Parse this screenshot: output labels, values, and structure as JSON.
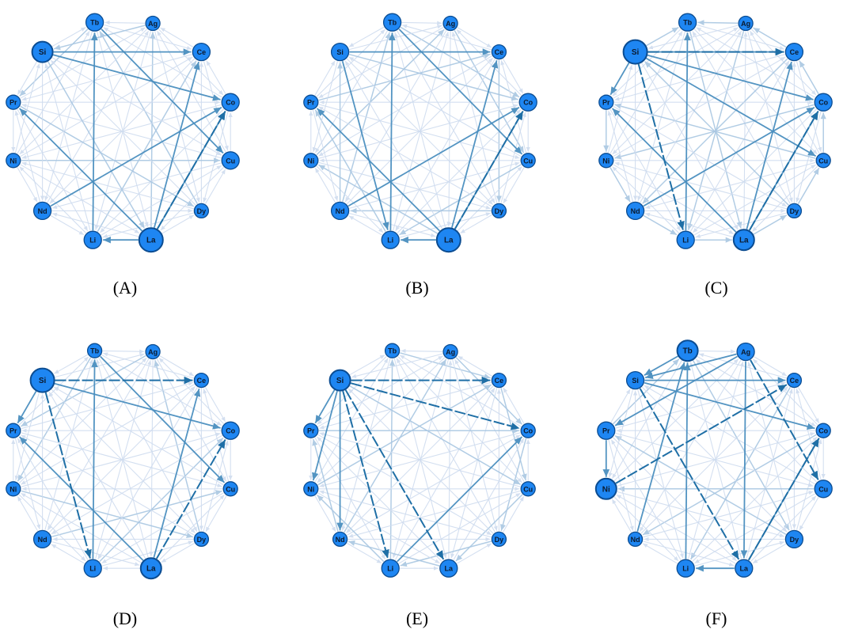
{
  "nodes": [
    "Tb",
    "Ag",
    "Ce",
    "Co",
    "Cu",
    "Dy",
    "La",
    "Li",
    "Nd",
    "Ni",
    "Pr",
    "Si"
  ],
  "colors": {
    "node_fill": "#1e86f2",
    "node_stroke": "#0b4c91",
    "edge_faint": "#cfdcef",
    "edge_mid": "#a9c7e2",
    "edge_strong": "#4a8fbf",
    "edge_dark": "#1f6fa6"
  },
  "panels": [
    {
      "label": "(A)",
      "node_emphasis": {
        "Si": 2,
        "Tb": 1,
        "Ag": 0,
        "Ce": 1,
        "Co": 1,
        "Cu": 1,
        "Dy": 0,
        "La": 3,
        "Li": 1,
        "Nd": 1,
        "Ni": 0,
        "Pr": 0
      },
      "strong_edges": [
        [
          "Si",
          "Ce"
        ],
        [
          "Si",
          "Co"
        ],
        [
          "La",
          "Co"
        ],
        [
          "La",
          "Ce"
        ],
        [
          "La",
          "Pr"
        ],
        [
          "La",
          "Li"
        ],
        [
          "Li",
          "Tb"
        ],
        [
          "Tb",
          "Cu"
        ],
        [
          "Nd",
          "Co"
        ]
      ],
      "dark_edges": [
        [
          "La",
          "Co"
        ]
      ]
    },
    {
      "label": "(B)",
      "node_emphasis": {
        "Si": 1,
        "Tb": 1,
        "Ag": 0,
        "Ce": 0,
        "Co": 1,
        "Cu": 0,
        "Dy": 0,
        "La": 3,
        "Li": 1,
        "Nd": 1,
        "Ni": 0,
        "Pr": 0
      },
      "strong_edges": [
        [
          "Si",
          "Ce"
        ],
        [
          "La",
          "Co"
        ],
        [
          "La",
          "Ce"
        ],
        [
          "La",
          "Pr"
        ],
        [
          "La",
          "Li"
        ],
        [
          "Li",
          "Tb"
        ],
        [
          "Tb",
          "Cu"
        ],
        [
          "Nd",
          "Co"
        ],
        [
          "Si",
          "Li"
        ]
      ],
      "dark_edges": [
        [
          "La",
          "Co"
        ]
      ]
    },
    {
      "label": "(C)",
      "node_emphasis": {
        "Si": 3,
        "Tb": 1,
        "Ag": 0,
        "Ce": 1,
        "Co": 1,
        "Cu": 0,
        "Dy": 0,
        "La": 2,
        "Li": 1,
        "Nd": 1,
        "Ni": 0,
        "Pr": 0
      },
      "strong_edges": [
        [
          "Si",
          "Ce"
        ],
        [
          "Si",
          "Co"
        ],
        [
          "Si",
          "Pr"
        ],
        [
          "Si",
          "Cu"
        ],
        [
          "La",
          "Co"
        ],
        [
          "La",
          "Pr"
        ],
        [
          "La",
          "Ce"
        ],
        [
          "Nd",
          "Co"
        ],
        [
          "Li",
          "Tb"
        ]
      ],
      "dark_edges": [
        [
          "Si",
          "Li"
        ],
        [
          "Si",
          "Ce"
        ],
        [
          "La",
          "Co"
        ]
      ]
    },
    {
      "label": "(D)",
      "node_emphasis": {
        "Si": 3,
        "Tb": 0,
        "Ag": 0,
        "Ce": 0,
        "Co": 1,
        "Cu": 0,
        "Dy": 0,
        "La": 2,
        "Li": 1,
        "Nd": 1,
        "Ni": 0,
        "Pr": 0
      },
      "strong_edges": [
        [
          "Si",
          "Co"
        ],
        [
          "Si",
          "Pr"
        ],
        [
          "La",
          "Pr"
        ],
        [
          "La",
          "Ce"
        ],
        [
          "Li",
          "Tb"
        ],
        [
          "Tb",
          "Cu"
        ]
      ],
      "dark_edges": [
        [
          "Si",
          "Ce"
        ],
        [
          "Si",
          "Li"
        ],
        [
          "La",
          "Co"
        ]
      ]
    },
    {
      "label": "(E)",
      "node_emphasis": {
        "Si": 2,
        "Tb": 0,
        "Ag": 0,
        "Ce": 0,
        "Co": 0,
        "Cu": 0,
        "Dy": 0,
        "La": 1,
        "Li": 1,
        "Nd": 0,
        "Ni": 0,
        "Pr": 0
      },
      "strong_edges": [
        [
          "Si",
          "Pr"
        ],
        [
          "Si",
          "Ni"
        ],
        [
          "Si",
          "Nd"
        ],
        [
          "Li",
          "Co"
        ]
      ],
      "dark_edges": [
        [
          "Si",
          "Ce"
        ],
        [
          "Si",
          "Co"
        ],
        [
          "Si",
          "Li"
        ],
        [
          "Si",
          "La"
        ]
      ]
    },
    {
      "label": "(F)",
      "node_emphasis": {
        "Si": 1,
        "Tb": 2,
        "Ag": 1,
        "Ce": 0,
        "Co": 0,
        "Cu": 1,
        "Dy": 1,
        "La": 1,
        "Li": 1,
        "Nd": 0,
        "Ni": 2,
        "Pr": 1
      },
      "strong_edges": [
        [
          "Tb",
          "Si"
        ],
        [
          "Ag",
          "Si"
        ],
        [
          "Si",
          "Ce"
        ],
        [
          "Si",
          "Co"
        ],
        [
          "Ag",
          "Pr"
        ],
        [
          "Ag",
          "La"
        ],
        [
          "Li",
          "Tb"
        ],
        [
          "Nd",
          "Tb"
        ],
        [
          "La",
          "Co"
        ],
        [
          "La",
          "Li"
        ],
        [
          "Pr",
          "Ni"
        ]
      ],
      "dark_edges": [
        [
          "Ni",
          "Ce"
        ],
        [
          "Ag",
          "Cu"
        ],
        [
          "Si",
          "La"
        ],
        [
          "La",
          "Co"
        ]
      ]
    }
  ]
}
